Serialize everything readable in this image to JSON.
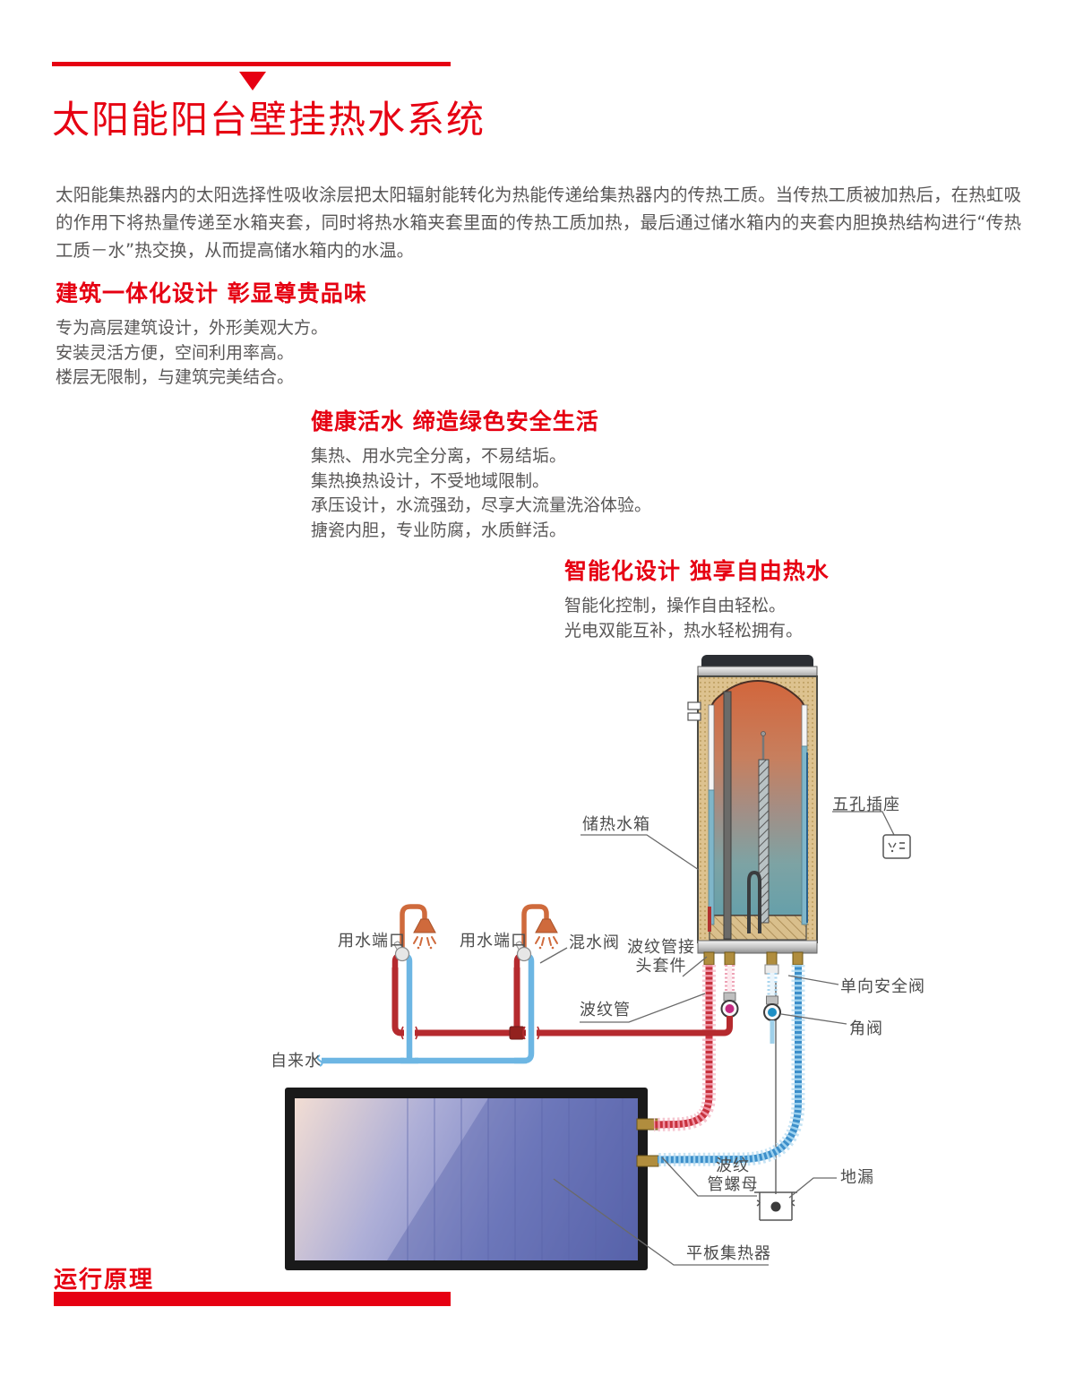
{
  "page": {
    "title": "太阳能阳台壁挂热水系统",
    "intro": "太阳能集热器内的太阳选择性吸收涂层把太阳辐射能转化为热能传递给集热器内的传热工质。当传热工质被加热后，在热虹吸的作用下将热量传递至水箱夹套，同时将热水箱夹套里面的传热工质加热，最后通过储水箱内的夹套内胆换热结构进行“传热工质－水”热交换，从而提高储水箱内的水温。",
    "sections": [
      {
        "heading": "建筑一体化设计 彰显尊贵品味",
        "lines": [
          "专为高层建筑设计，外形美观大方。",
          "安装灵活方便，空间利用率高。",
          "楼层无限制，与建筑完美结合。"
        ]
      },
      {
        "heading": "健康活水 缔造绿色安全生活",
        "lines": [
          "集热、用水完全分离，不易结垢。",
          "集热换热设计，不受地域限制。",
          "承压设计，水流强劲，尽享大流量洗浴体验。",
          "搪瓷内胆，专业防腐，水质鲜活。"
        ]
      },
      {
        "heading": "智能化设计 独享自由热水",
        "lines": [
          "智能化控制，操作自由轻松。",
          "光电双能互补，热水轻松拥有。"
        ]
      }
    ],
    "diagram_labels": {
      "storage_tank": "储热水箱",
      "socket": "五孔插座",
      "water_port_1": "用水端口",
      "water_port_2": "用水端口",
      "mixing_valve": "混水阀",
      "pipe_joint_kit_line1": "波纹管接",
      "pipe_joint_kit_line2": "头套件",
      "check_valve": "单向安全阀",
      "angle_valve": "角阀",
      "corrugated_pipe": "波纹管",
      "tap_water": "自来水",
      "pipe_nut_line1": "波纹",
      "pipe_nut_line2": "管螺母",
      "floor_drain": "地漏",
      "flat_collector": "平板集热器"
    },
    "footer_heading": "运行原理",
    "colors": {
      "accent": "#e60012",
      "body_text": "#595757",
      "hot_pipe": "#b52a2e",
      "cold_pipe": "#6db6e3"
    }
  }
}
